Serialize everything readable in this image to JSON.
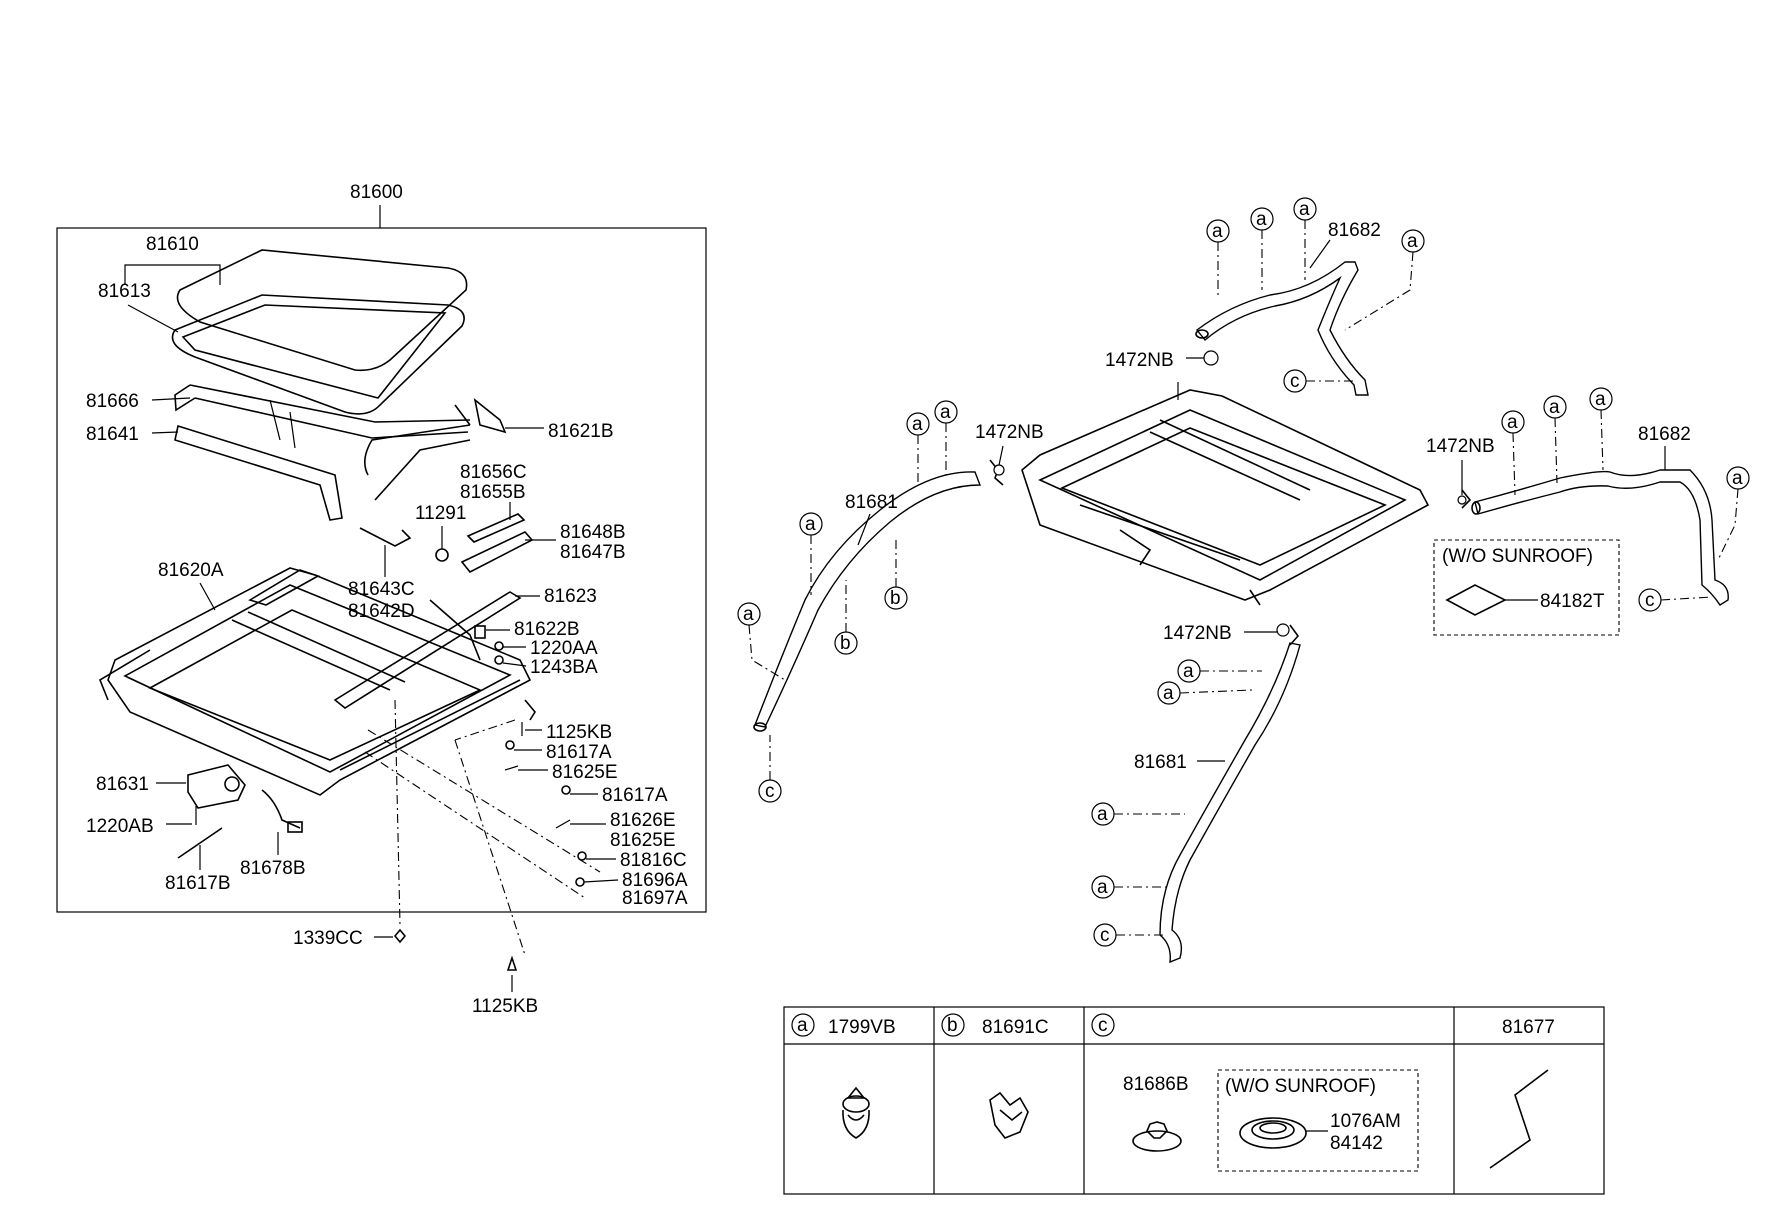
{
  "assembly": {
    "main": "81600"
  },
  "labels": {
    "p81610": "81610",
    "p81613": "81613",
    "p81666": "81666",
    "p81641": "81641",
    "p81621B": "81621B",
    "p81656C": "81656C",
    "p81655B": "81655B",
    "p11291": "11291",
    "p81648B": "81648B",
    "p81647B": "81647B",
    "p81643C": "81643C",
    "p81642D": "81642D",
    "p81620A": "81620A",
    "p81623": "81623",
    "p81622B": "81622B",
    "p1220AA": "1220AA",
    "p1243BA": "1243BA",
    "p1125KB_a": "1125KB",
    "p81617A_a": "81617A",
    "p81625E_a": "81625E",
    "p81617A_b": "81617A",
    "p81626E": "81626E",
    "p81625E_b": "81625E",
    "p81816C": "81816C",
    "p81696A": "81696A",
    "p81697A": "81697A",
    "p81631": "81631",
    "p1220AB": "1220AB",
    "p81617B": "81617B",
    "p81678B": "81678B",
    "p1339CC": "1339CC",
    "p1125KB_b": "1125KB",
    "h81681_left": "81681",
    "h1472NB_1": "1472NB",
    "h1472NB_2": "1472NB",
    "h81682_top": "81682",
    "h1472NB_3": "1472NB",
    "h81682_right": "81682",
    "h1472NB_4": "1472NB",
    "h81681_bottom": "81681",
    "wo_sunroof_1": "(W/O SUNROOF)",
    "p84182T": "84182T"
  },
  "callout_letters": {
    "a": "a",
    "b": "b",
    "c": "c"
  },
  "legend_table": {
    "col_a": {
      "letter": "a",
      "part": "1799VB"
    },
    "col_b": {
      "letter": "b",
      "part": "81691C"
    },
    "col_c": {
      "letter": "c",
      "part_1": "81686B",
      "note": "(W/O SUNROOF)",
      "part_2": "1076AM",
      "part_3": "84142"
    },
    "col_d": {
      "part": "81677"
    }
  }
}
